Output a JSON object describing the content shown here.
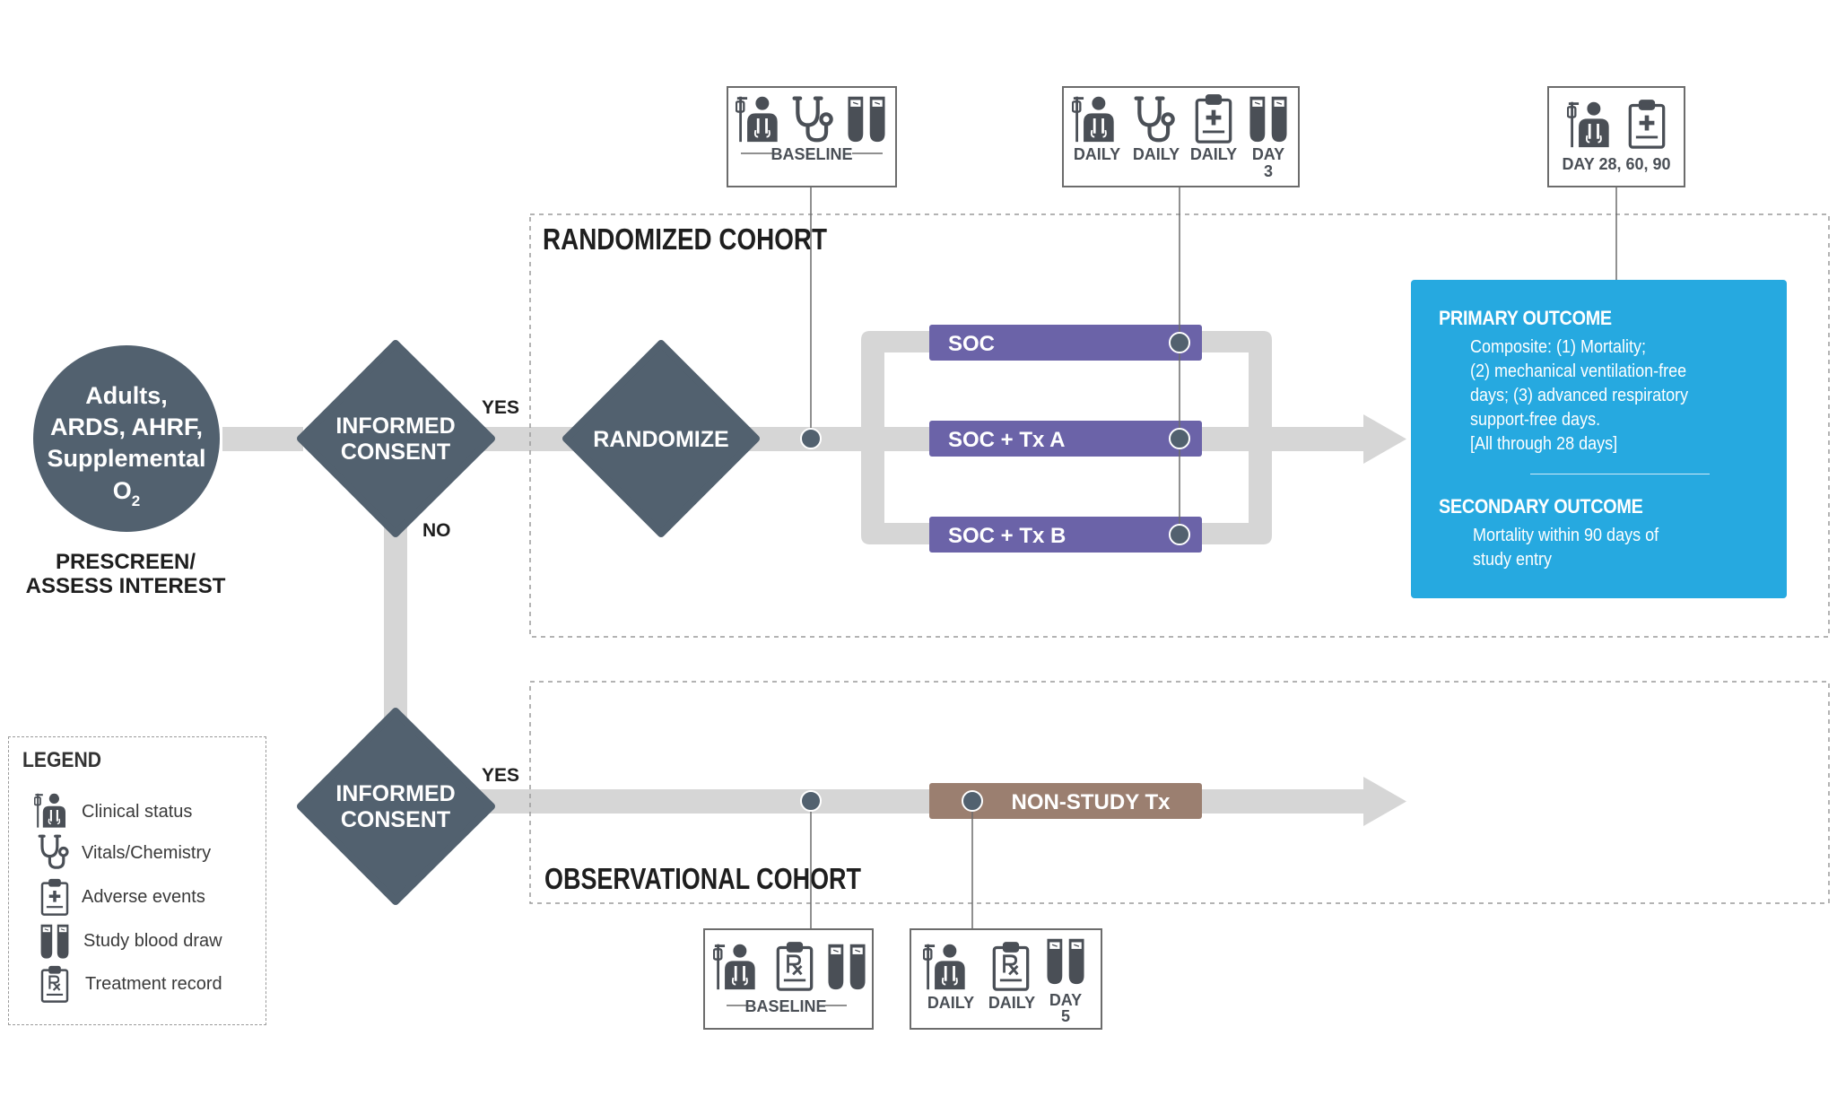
{
  "start_node": {
    "lines": [
      "Adults,",
      "ARDS, AHRF,",
      "Supplemental",
      "O"
    ],
    "subscript": "2",
    "caption": [
      "PRESCREEN/",
      "ASSESS INTEREST"
    ]
  },
  "decisions": {
    "consent_top": [
      "INFORMED",
      "CONSENT"
    ],
    "randomize": "RANDOMIZE",
    "consent_bottom": [
      "INFORMED",
      "CONSENT"
    ],
    "yes_top": "YES",
    "no": "NO",
    "yes_bottom": "YES"
  },
  "cohorts": {
    "randomized": "RANDOMIZED COHORT",
    "observational": "OBSERVATIONAL COHORT"
  },
  "arms": [
    "SOC",
    "SOC + Tx A",
    "SOC + Tx B"
  ],
  "non_study": "NON-STUDY Tx",
  "assessments": {
    "baseline_top": {
      "label": "BASELINE",
      "icons": [
        "clinical-status",
        "vitals-chemistry",
        "study-blood-draw"
      ]
    },
    "daily_top": {
      "labels": [
        "DAILY",
        "DAILY",
        "DAILY",
        "DAY",
        "3"
      ],
      "icons": [
        "clinical-status",
        "vitals-chemistry",
        "adverse-events",
        "study-blood-draw"
      ]
    },
    "followup": {
      "label": "DAY 28, 60, 90",
      "icons": [
        "clinical-status",
        "adverse-events"
      ]
    },
    "baseline_bottom": {
      "label": "BASELINE",
      "icons": [
        "clinical-status",
        "treatment-record",
        "study-blood-draw"
      ]
    },
    "daily_bottom": {
      "labels": [
        "DAILY",
        "DAILY",
        "DAY",
        "5"
      ],
      "icons": [
        "clinical-status",
        "treatment-record",
        "study-blood-draw"
      ]
    }
  },
  "outcomes": {
    "primary_title": "PRIMARY OUTCOME",
    "primary_lines": [
      "Composite: (1) Mortality;",
      "(2) mechanical ventilation-free",
      "days; (3) advanced respiratory",
      "support-free days.",
      "[All through 28 days]"
    ],
    "secondary_title": "SECONDARY OUTCOME",
    "secondary_lines": [
      "Mortality within 90 days of",
      "study entry"
    ]
  },
  "legend": {
    "title": "LEGEND",
    "items": [
      "Clinical status",
      "Vitals/Chemistry",
      "Adverse events",
      "Study blood draw",
      "Treatment record"
    ]
  },
  "colors": {
    "node": "#52616f",
    "arm": "#6b63a8",
    "non_study": "#9b7f70",
    "flow": "#d6d6d6",
    "outcome": "#26a9e0",
    "icon": "#4a4f56"
  }
}
